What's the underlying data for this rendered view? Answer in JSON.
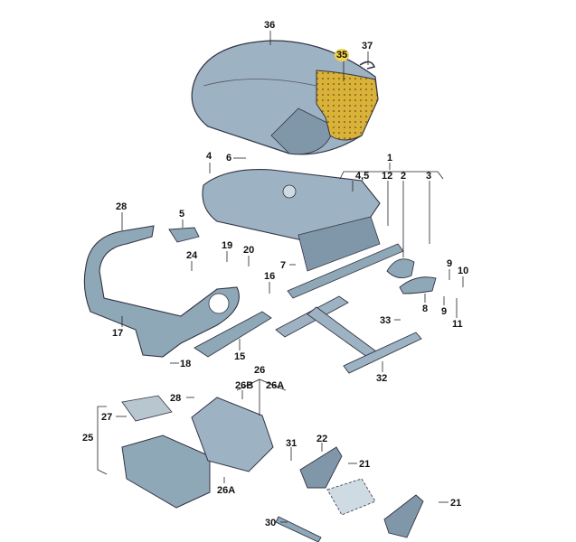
{
  "diagram": {
    "highlight_color": "#f2d34a",
    "part_color": "#8fa8b8",
    "foam_color": "#d9b23a",
    "highlighted_part": "35",
    "labels": {
      "p36": "36",
      "p35": "35",
      "p37": "37",
      "p4": "4",
      "p6": "6",
      "p1": "1",
      "p45": "4,5",
      "p12": "12",
      "p2": "2",
      "p3": "3",
      "p28a": "28",
      "p5": "5",
      "p19": "19",
      "p24": "24",
      "p20": "20",
      "p7": "7",
      "p16": "16",
      "p9a": "9",
      "p10": "10",
      "p8": "8",
      "p9b": "9",
      "p11": "11",
      "p33": "33",
      "p17": "17",
      "p15": "15",
      "p18": "18",
      "p32": "32",
      "p26": "26",
      "p26b": "26B",
      "p26a_top": "26A",
      "p28b": "28",
      "p27": "27",
      "p25": "25",
      "p26a_bot": "26A",
      "p31": "31",
      "p22": "22",
      "p21a": "21",
      "p21b": "21",
      "p30": "30"
    }
  }
}
